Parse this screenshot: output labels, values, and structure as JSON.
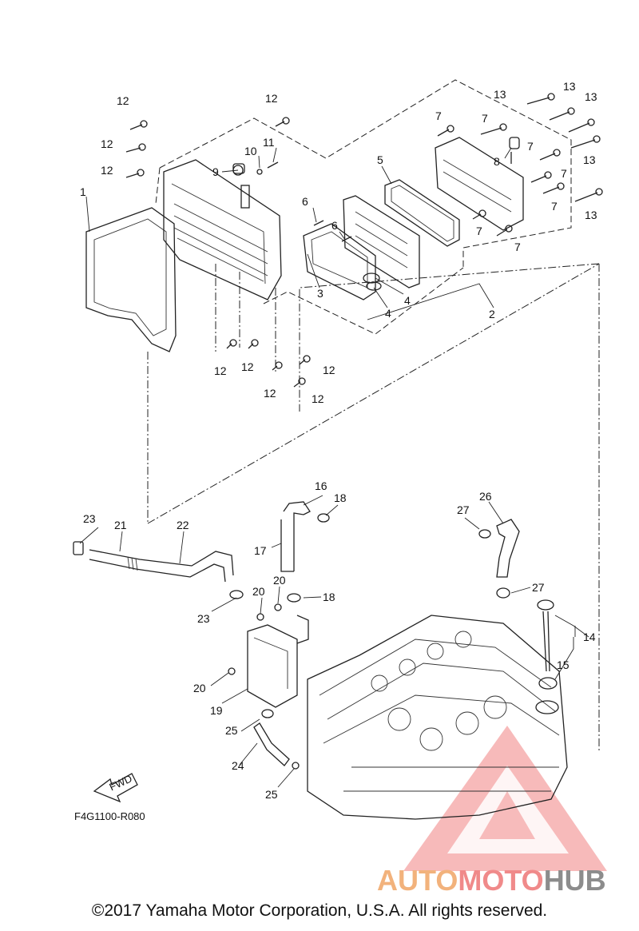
{
  "diagram": {
    "drawing_code": "F4G1100-R080",
    "direction_label": "FWD",
    "copyright": "©2017 Yamaha Motor Corporation, U.S.A. All rights reserved.",
    "watermark": {
      "part1": "AUTO",
      "part2": "MOTO",
      "part3": "HUB"
    },
    "callouts": {
      "c1": "1",
      "c2": "2",
      "c3": "3",
      "c4a": "4",
      "c4b": "4",
      "c5": "5",
      "c6a": "6",
      "c6b": "6",
      "c7a": "7",
      "c7b": "7",
      "c7c": "7",
      "c7d": "7",
      "c7e": "7",
      "c7f": "7",
      "c7g": "7",
      "c8": "8",
      "c9": "9",
      "c10": "10",
      "c11": "11",
      "c12a": "12",
      "c12b": "12",
      "c12c": "12",
      "c12d": "12",
      "c12e": "12",
      "c12f": "12",
      "c12g": "12",
      "c12h": "12",
      "c12i": "12",
      "c13a": "13",
      "c13b": "13",
      "c13c": "13",
      "c13d": "13",
      "c13e": "13",
      "c14": "14",
      "c15": "15",
      "c16": "16",
      "c17": "17",
      "c18a": "18",
      "c18b": "18",
      "c19": "19",
      "c20a": "20",
      "c20b": "20",
      "c20c": "20",
      "c21": "21",
      "c22": "22",
      "c23a": "23",
      "c23b": "23",
      "c24": "24",
      "c25a": "25",
      "c25b": "25",
      "c26": "26",
      "c27a": "27",
      "c27b": "27"
    }
  }
}
